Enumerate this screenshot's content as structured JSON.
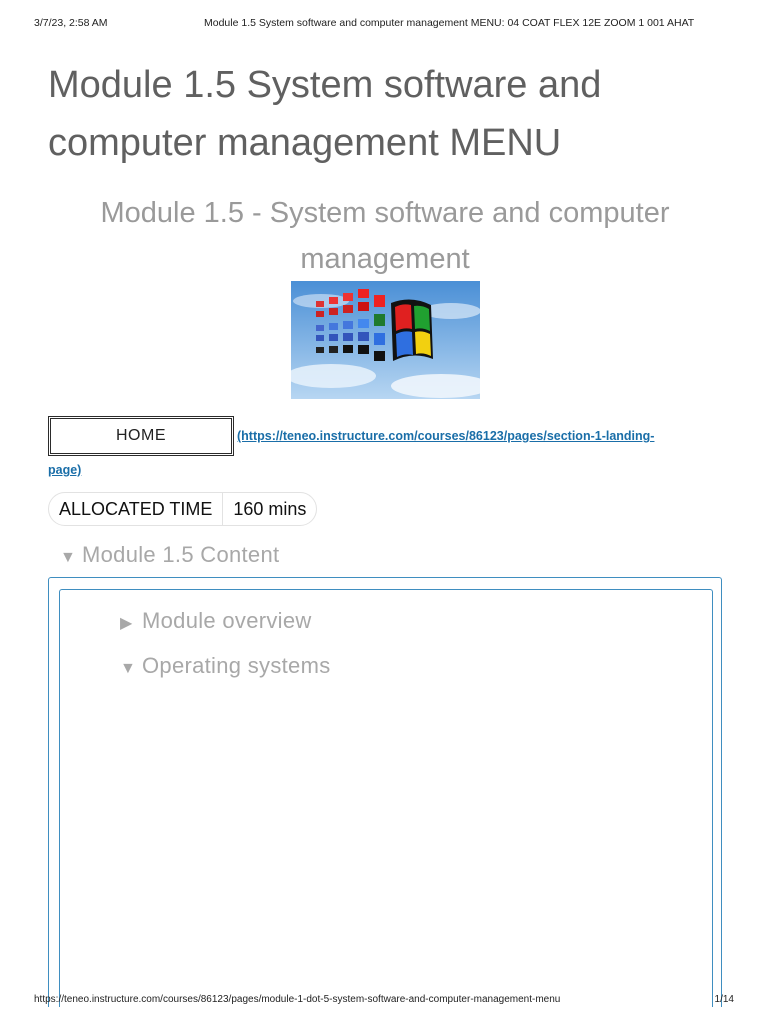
{
  "print_header": {
    "date": "3/7/23, 2:58 AM",
    "title": "Module 1.5 System software and computer management MENU: 04 COAT FLEX 12E ZOOM 1 001 AHAT"
  },
  "page": {
    "title_line1": "Module 1.5 System software and",
    "title_line2": "computer management MENU",
    "subtitle_line1": "Module 1.5 - System software and computer",
    "subtitle_line2": "management"
  },
  "home": {
    "button_label": "HOME",
    "link_part1": " (https://teneo.instructure.com/courses/86123/pages/section-1-landing-",
    "link_part2": "page)"
  },
  "allocated": {
    "label": "ALLOCATED TIME",
    "value": "160 mins"
  },
  "sections": {
    "content": {
      "marker": "▼",
      "label": "Module 1.5 Content"
    },
    "overview": {
      "marker": "▶",
      "label": "Module overview"
    },
    "os": {
      "marker": "▼",
      "label": "Operating systems"
    }
  },
  "print_footer": {
    "url": "https://teneo.instructure.com/courses/86123/pages/module-1-dot-5-system-software-and-computer-management-menu",
    "page": "1/14"
  },
  "colors": {
    "link": "#1a6ea8",
    "box_border": "#3f8ec0",
    "muted_text": "#a8a8a8"
  }
}
